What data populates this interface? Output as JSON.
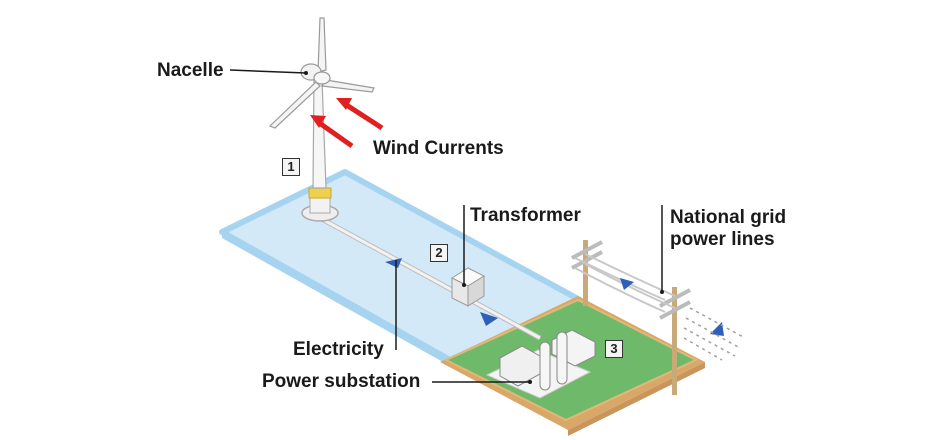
{
  "diagram": {
    "title": "Wind turbine electricity to national grid",
    "labels": {
      "nacelle": "Nacelle",
      "wind_currents": "Wind Currents",
      "transformer": "Transformer",
      "national_grid_line1": "National grid",
      "national_grid_line2": "power lines",
      "electricity": "Electricity",
      "power_substation": "Power substation"
    },
    "steps": [
      "1",
      "2",
      "3"
    ],
    "colors": {
      "sea": "#cfe6f7",
      "sea_edge": "#9fd0ef",
      "land": "#6fba6a",
      "land_edge": "#d9a868",
      "arrow_blue": "#2f5fb8",
      "wind_red": "#e02020",
      "pole": "#c9a978",
      "label_text": "#1a1a1a"
    }
  }
}
